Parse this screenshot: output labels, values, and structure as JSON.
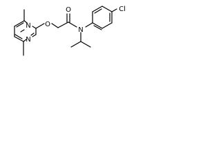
{
  "molecule": {
    "atoms": {
      "pyrimidine_n_top": "N",
      "pyrimidine_n_bottom": "N",
      "ether_oxygen": "O",
      "carbonyl_oxygen": "O",
      "amide_nitrogen": "N",
      "chlorine": "Cl"
    }
  }
}
